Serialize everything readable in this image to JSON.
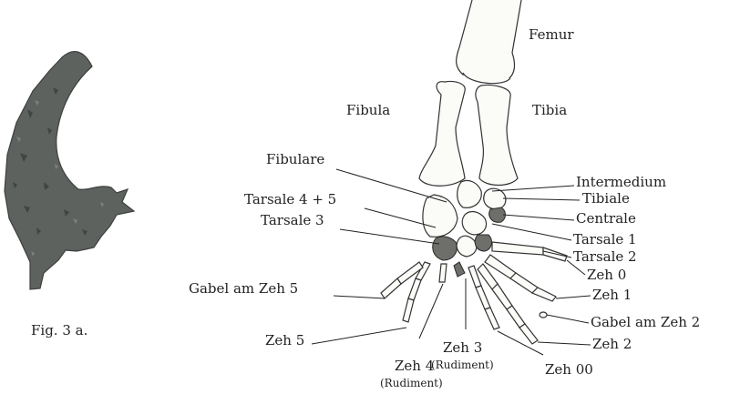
{
  "figure": {
    "caption": "Fig. 3 a."
  },
  "labels": {
    "femur": "Femur",
    "fibula": "Fibula",
    "tibia": "Tibia",
    "fibulare": "Fibulare",
    "intermedium": "Intermedium",
    "tibiale": "Tibiale",
    "tarsale_4_5": "Tarsale 4 + 5",
    "centrale": "Centrale",
    "tarsale_3": "Tarsale 3",
    "tarsale_1": "Tarsale 1",
    "tarsale_2": "Tarsale 2",
    "zeh_0": "Zeh 0",
    "gabel_zeh_5": "Gabel am Zeh 5",
    "zeh_1": "Zeh  1",
    "gabel_zeh_2": "Gabel am Zeh 2",
    "zeh_5": "Zeh 5",
    "zeh_2": "Zeh 2",
    "zeh_3": "Zeh 3",
    "zeh_3_note": "(Rudiment)",
    "zeh_00": "Zeh 00",
    "zeh_4": "Zeh 4",
    "zeh_4_note": "(Rudiment)"
  }
}
